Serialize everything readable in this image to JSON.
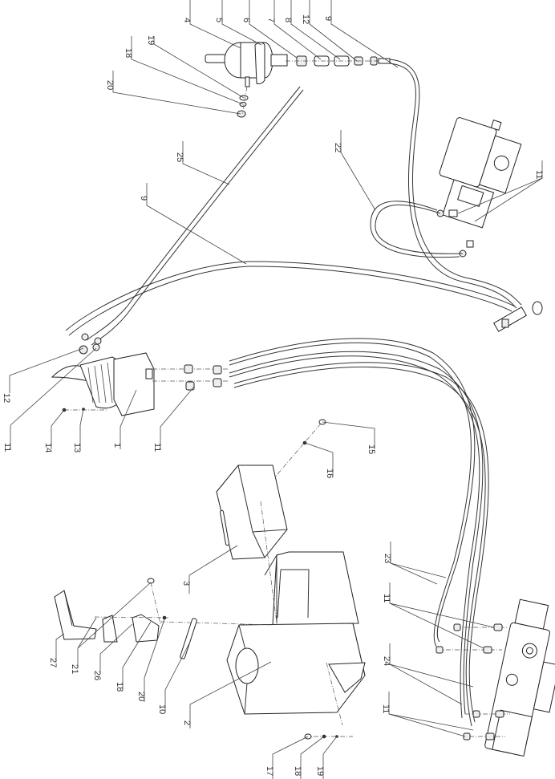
{
  "diagram": {
    "type": "exploded-parts-view",
    "subject": "hydraulic joystick control assembly",
    "text_orientation": "rotated-90-clockwise",
    "callouts": [
      {
        "id": "c4",
        "label": "4",
        "part": "hydraulic-tank-filter"
      },
      {
        "id": "c5",
        "label": "5",
        "part": "tank-clamp"
      },
      {
        "id": "c6",
        "label": "6",
        "part": "fitting"
      },
      {
        "id": "c7",
        "label": "7",
        "part": "tee-fitting"
      },
      {
        "id": "c8",
        "label": "8",
        "part": "adapter"
      },
      {
        "id": "c12a",
        "label": "12",
        "part": "fitting"
      },
      {
        "id": "c9a",
        "label": "9",
        "part": "hose"
      },
      {
        "id": "c19a",
        "label": "19",
        "part": "washer"
      },
      {
        "id": "c18a",
        "label": "18",
        "part": "spring-washer"
      },
      {
        "id": "c20a",
        "label": "20",
        "part": "nut"
      },
      {
        "id": "c25",
        "label": "25",
        "part": "hose"
      },
      {
        "id": "c9b",
        "label": "9",
        "part": "hose"
      },
      {
        "id": "c22",
        "label": "22",
        "part": "hose"
      },
      {
        "id": "c11a",
        "label": "11",
        "part": "fittings-at-pump"
      },
      {
        "id": "c12b",
        "label": "12",
        "part": "fittings"
      },
      {
        "id": "c11b",
        "label": "11",
        "part": "fitting"
      },
      {
        "id": "c14",
        "label": "14",
        "part": "screw"
      },
      {
        "id": "c13",
        "label": "13",
        "part": "washer"
      },
      {
        "id": "c1",
        "label": "1",
        "part": "joystick-pilot-valve"
      },
      {
        "id": "c11c",
        "label": "11",
        "part": "fittings"
      },
      {
        "id": "c15",
        "label": "15",
        "part": "bolt"
      },
      {
        "id": "c16",
        "label": "16",
        "part": "washer"
      },
      {
        "id": "c3",
        "label": "3",
        "part": "cover"
      },
      {
        "id": "c23",
        "label": "23",
        "part": "hoses"
      },
      {
        "id": "c11d",
        "label": "11",
        "part": "fittings-at-valve"
      },
      {
        "id": "c24",
        "label": "24",
        "part": "hoses"
      },
      {
        "id": "c11e",
        "label": "11",
        "part": "fittings-at-valve"
      },
      {
        "id": "c27",
        "label": "27",
        "part": "armrest-bracket"
      },
      {
        "id": "c21",
        "label": "21",
        "part": "bolt"
      },
      {
        "id": "c26",
        "label": "26",
        "part": "mounting-plate"
      },
      {
        "id": "c18b",
        "label": "18",
        "part": "spring-washer"
      },
      {
        "id": "c20b",
        "label": "20",
        "part": "nut"
      },
      {
        "id": "c10",
        "label": "10",
        "part": "strip"
      },
      {
        "id": "c2",
        "label": "2",
        "part": "console-box"
      },
      {
        "id": "c17",
        "label": "17",
        "part": "bolt"
      },
      {
        "id": "c18c",
        "label": "18",
        "part": "spring-washer"
      },
      {
        "id": "c19b",
        "label": "19",
        "part": "washer"
      }
    ]
  }
}
